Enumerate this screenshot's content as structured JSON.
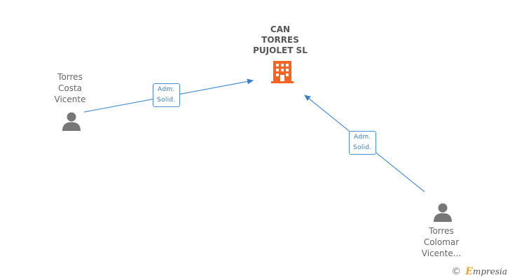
{
  "company": {
    "lines": [
      "CAN",
      "TORRES",
      "PUJOLET SL"
    ],
    "icon": "building-icon",
    "icon_color": "#f26522"
  },
  "persons": [
    {
      "lines": [
        "Torres",
        "Costa",
        "Vicente"
      ],
      "icon": "person-icon"
    },
    {
      "lines": [
        "Torres",
        "Colomar",
        "Vicente..."
      ],
      "icon": "person-icon"
    }
  ],
  "relations": [
    {
      "from": "person-1",
      "to": "company",
      "lines": [
        "Adm.",
        "Solid."
      ]
    },
    {
      "from": "person-2",
      "to": "company",
      "lines": [
        "Adm.",
        "Solid."
      ]
    }
  ],
  "watermark": {
    "copyright": "©",
    "brand_initial": "E",
    "brand_rest": "mpresia"
  },
  "colors": {
    "edge": "#4a90d9",
    "person": "#777777",
    "badge_border": "#4a90d9"
  }
}
